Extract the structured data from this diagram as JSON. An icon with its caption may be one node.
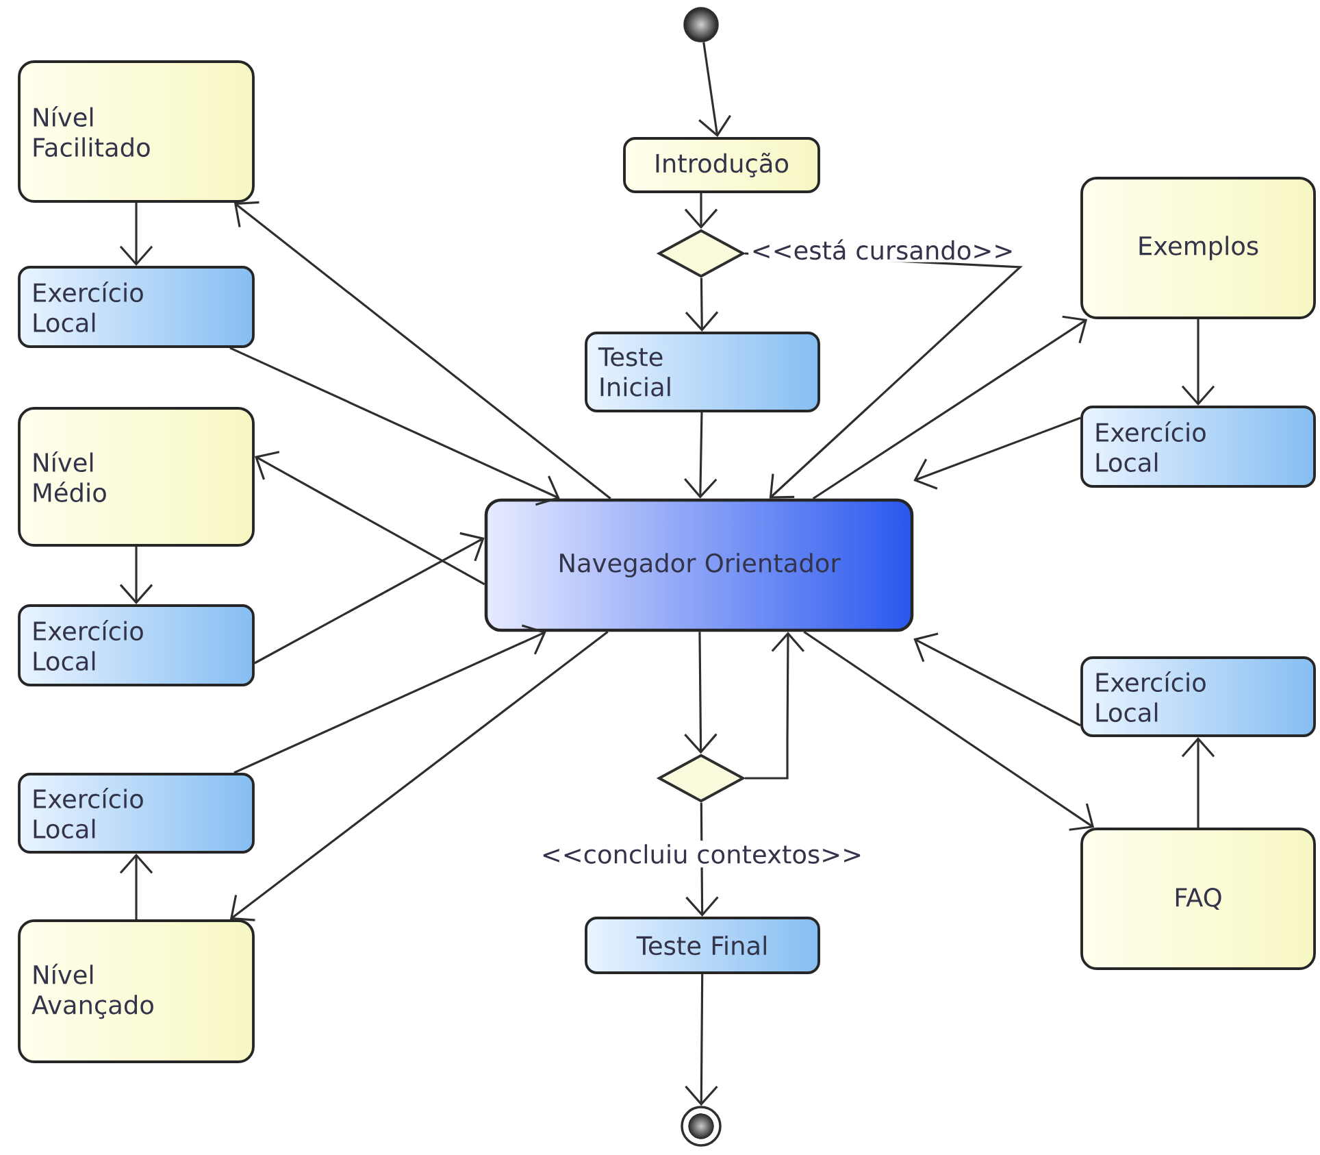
{
  "diagram": {
    "nodes": [
      {
        "text": [],
        "shape": "circle"
      },
      {
        "text": [
          "Introdução"
        ]
      },
      {
        "text": [],
        "shape": "diamond"
      },
      {
        "text": [
          "Teste Inicial"
        ]
      },
      {
        "text": [
          "Nível Facilitado"
        ]
      },
      {
        "text": [
          "Exercício Local"
        ]
      },
      {
        "text": [
          "Nível Médio"
        ]
      },
      {
        "text": [
          "Exercício Local"
        ]
      },
      {
        "text": [
          "Exercício Local"
        ]
      },
      {
        "text": [
          "Nível Avançado"
        ]
      },
      {
        "text": [
          "Navegador Orientador"
        ]
      },
      {
        "text": [
          "Exemplos"
        ]
      },
      {
        "text": [
          "Exercício Local"
        ]
      },
      {
        "text": [
          "Exercício Local"
        ]
      },
      {
        "text": [
          "FAQ"
        ]
      },
      {
        "text": [],
        "shape": "diamond"
      },
      {
        "text": [
          "Teste Final"
        ]
      },
      {
        "text": [],
        "shape": "circle"
      }
    ],
    "edges": [
      {
        "from": 0,
        "to": 1,
        "arrow": "to"
      },
      {
        "from": 1,
        "to": 2,
        "arrow": "to"
      },
      {
        "from": 2,
        "to": 3,
        "arrow": "to"
      },
      {
        "from": 3,
        "to": 10,
        "arrow": "to"
      },
      {
        "from": 2,
        "to": 10,
        "arrow": "to",
        "label": "<<está cursando>>"
      },
      {
        "from": 10,
        "to": 11,
        "arrow": "to"
      },
      {
        "from": 11,
        "to": 12,
        "arrow": "to"
      },
      {
        "from": 12,
        "to": 10,
        "arrow": "to"
      },
      {
        "from": 10,
        "to": 4,
        "arrow": "to"
      },
      {
        "from": 4,
        "to": 5,
        "arrow": "to"
      },
      {
        "from": 5,
        "to": 10,
        "arrow": "to"
      },
      {
        "from": 10,
        "to": 6,
        "arrow": "to"
      },
      {
        "from": 6,
        "to": 7,
        "arrow": "to"
      },
      {
        "from": 7,
        "to": 10,
        "arrow": "to"
      },
      {
        "from": 8,
        "to": 10,
        "arrow": "to"
      },
      {
        "from": 10,
        "to": 9,
        "arrow": "to"
      },
      {
        "from": 9,
        "to": 8,
        "arrow": "to"
      },
      {
        "from": 10,
        "to": 15,
        "arrow": "to"
      },
      {
        "from": 15,
        "to": 10,
        "arrow": "to"
      },
      {
        "from": 15,
        "to": 16,
        "arrow": "to",
        "label": "<<concluiu contextos>>"
      },
      {
        "from": 16,
        "to": 17,
        "arrow": "to"
      },
      {
        "from": 10,
        "to": 14,
        "arrow": "to"
      },
      {
        "from": 14,
        "to": 13,
        "arrow": "to"
      },
      {
        "from": 13,
        "to": 10,
        "arrow": "to"
      }
    ]
  }
}
